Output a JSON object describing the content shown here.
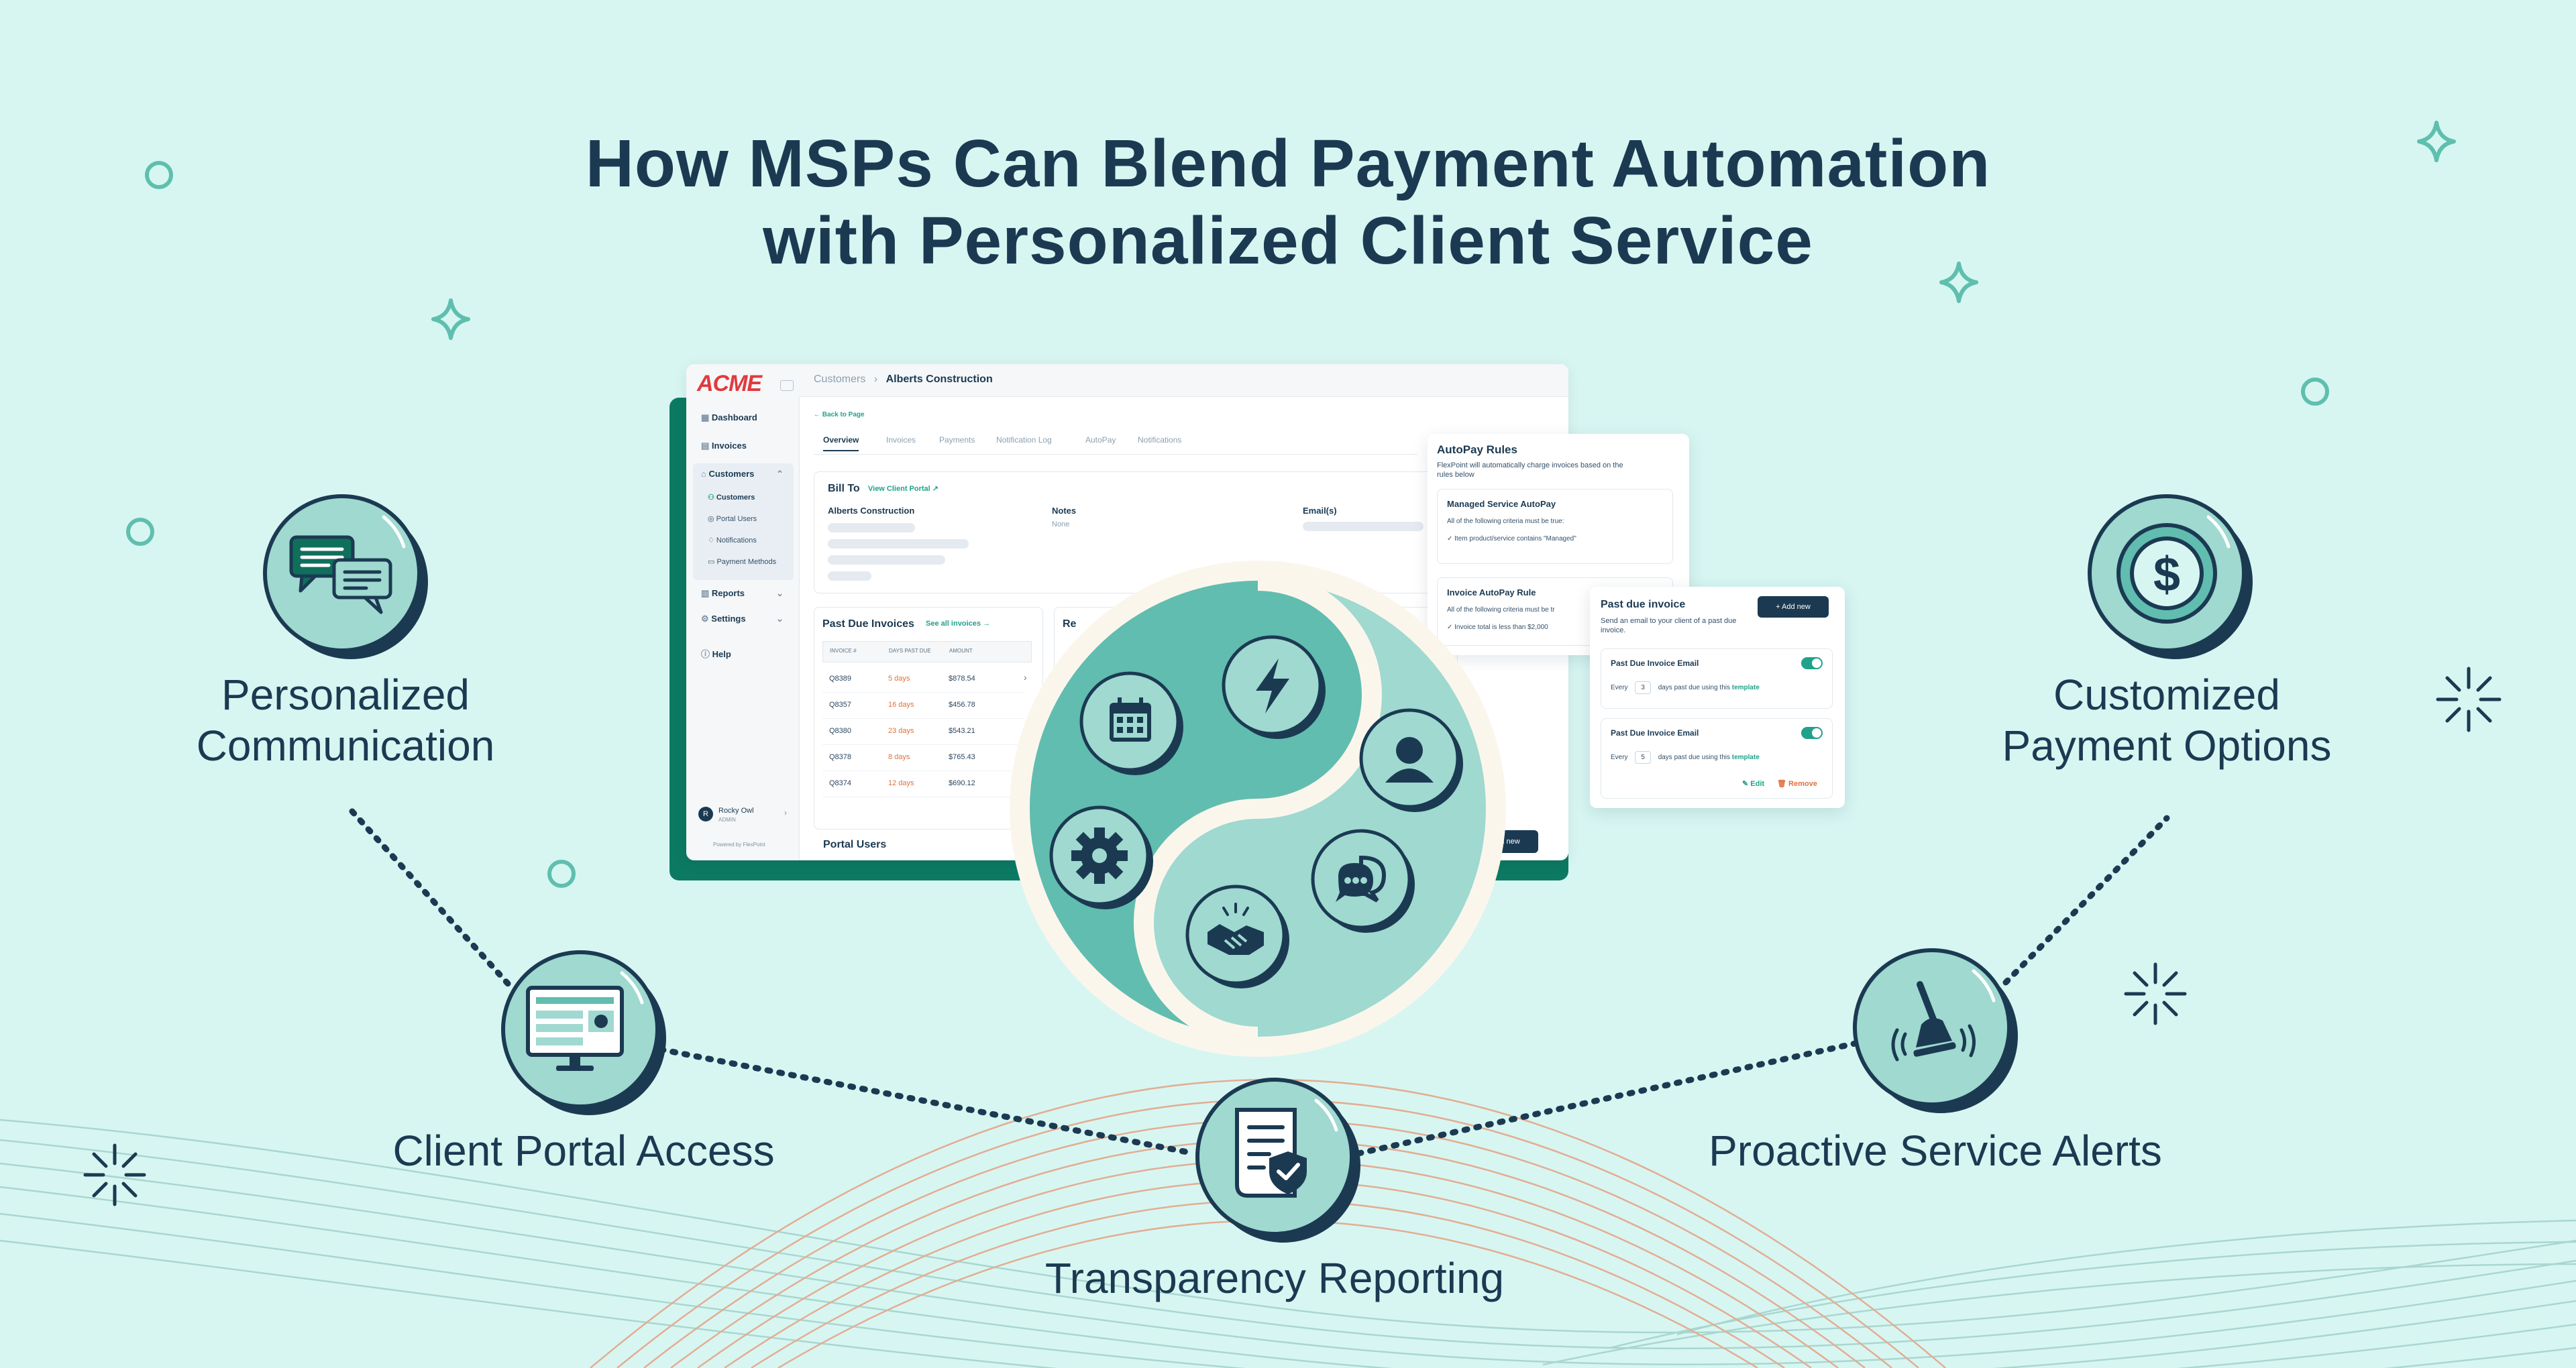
{
  "title_line1": "How MSPs Can Blend Payment Automation",
  "title_line2": "with Personalized Client Service",
  "features": {
    "personalized_communication": [
      "Personalized",
      "Communication"
    ],
    "customized_payment": [
      "Customized",
      "Payment Options"
    ],
    "client_portal": "Client Portal Access",
    "proactive_alerts": "Proactive Service Alerts",
    "transparency": "Transparency Reporting"
  },
  "icons": {
    "personalized_communication": "chat-bubbles-icon",
    "customized_payment": "dollar-coin-icon",
    "client_portal": "monitor-portal-icon",
    "proactive_alerts": "bell-icon",
    "transparency": "report-shield-icon",
    "center": [
      "calendar-icon",
      "lightning-icon",
      "user-icon",
      "gear-icon",
      "handshake-icon",
      "chat-icon"
    ]
  },
  "colors": {
    "background": "#d7f6f2",
    "navy": "#1b3a52",
    "teal": "#21a28a",
    "mint": "#9fd9d0",
    "brand_red": "#e03a3e",
    "orange": "#e0713a"
  },
  "dashboard": {
    "logo": "ACME",
    "breadcrumb_parent": "Customers",
    "breadcrumb_current": "Alberts Construction",
    "back": "← Back to Page",
    "sidebar": {
      "dashboard": "Dashboard",
      "invoices": "Invoices",
      "customers": "Customers",
      "sub": [
        "Customers",
        "Portal Users",
        "Notifications",
        "Payment Methods"
      ],
      "reports": "Reports",
      "settings": "Settings",
      "help": "Help",
      "user_name": "Rocky Owl",
      "user_role": "ADMIN",
      "powered": "Powered by FlexPoint"
    },
    "tabs": [
      "Overview",
      "Invoices",
      "Payments",
      "Notification Log",
      "AutoPay",
      "Notifications"
    ],
    "bill_to": "Bill To",
    "view_portal": "View Client Portal ↗",
    "company": "Alberts Construction",
    "notes_label": "Notes",
    "notes_value": "None",
    "emails_label": "Email(s)",
    "past_due_title": "Past Due Invoices",
    "see_all": "See all invoices →",
    "partial_title": "Re",
    "col_headers": [
      "INVOICE #",
      "DAYS PAST DUE",
      "AMOUNT"
    ],
    "rows": [
      [
        "Q8389",
        "5 days",
        "$878.54"
      ],
      [
        "Q8357",
        "16 days",
        "$456.78"
      ],
      [
        "Q8380",
        "23 days",
        "$543.21"
      ],
      [
        "Q8378",
        "8 days",
        "$765.43"
      ],
      [
        "Q8374",
        "12 days",
        "$690.12"
      ]
    ],
    "portal_users": "Portal Users",
    "add_new_bottom": "dd new"
  },
  "autopay": {
    "title": "AutoPay Rules",
    "desc": "FlexPoint will automatically charge invoices based on the rules below",
    "rule1_title": "Managed Service AutoPay",
    "rule1_crit": "All of the following criteria must be true:",
    "rule1_item": "✓  Item product/service contains \"Managed\"",
    "rule2_title": "Invoice AutoPay Rule",
    "rule2_crit": "All of the following criteria must be tr",
    "rule2_item": "✓  Invoice total is less than $2,000"
  },
  "pastdue": {
    "title": "Past due invoice",
    "add_new": "+  Add new",
    "desc": "Send an email to your client of a past due invoice.",
    "email1_title": "Past Due Invoice Email",
    "email1_every": "Every",
    "email1_days": "3",
    "email1_rest": "days past due using this",
    "email1_link": "template",
    "email2_title": "Past Due Invoice Email",
    "email2_every": "Every",
    "email2_days": "5",
    "email2_rest": "days past due using this",
    "email2_link": "template",
    "edit": "✎ Edit",
    "remove": "🗑 Remove"
  }
}
